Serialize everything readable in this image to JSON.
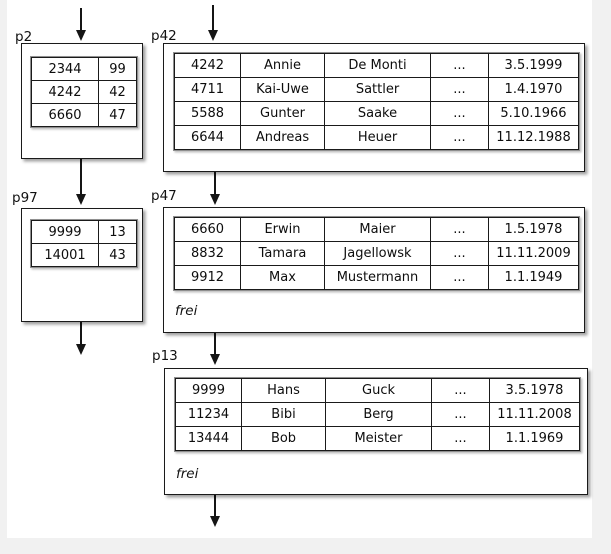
{
  "diagram": {
    "colors": {
      "background": "#f1f1f1",
      "canvas": "#ffffff",
      "line": "#151515",
      "table_frame": "#8f8f8f"
    },
    "nodes": {
      "p2": {
        "label": "p2",
        "rows": [
          [
            "2344",
            "99"
          ],
          [
            "4242",
            "42"
          ],
          [
            "6660",
            "47"
          ]
        ]
      },
      "p42": {
        "label": "p42",
        "rows": [
          [
            "4242",
            "Annie",
            "De Monti",
            "...",
            "3.5.1999"
          ],
          [
            "4711",
            "Kai-Uwe",
            "Sattler",
            "...",
            "1.4.1970"
          ],
          [
            "5588",
            "Gunter",
            "Saake",
            "...",
            "5.10.1966"
          ],
          [
            "6644",
            "Andreas",
            "Heuer",
            "...",
            "11.12.1988"
          ]
        ]
      },
      "p97": {
        "label": "p97",
        "rows": [
          [
            "9999",
            "13"
          ],
          [
            "14001",
            "43"
          ]
        ]
      },
      "p47": {
        "label": "p47",
        "free_label": "frei",
        "rows": [
          [
            "6660",
            "Erwin",
            "Maier",
            "...",
            "1.5.1978"
          ],
          [
            "8832",
            "Tamara",
            "Jagellowsk",
            "...",
            "11.11.2009"
          ],
          [
            "9912",
            "Max",
            "Mustermann",
            "...",
            "1.1.1949"
          ]
        ]
      },
      "p13": {
        "label": "p13",
        "free_label": "frei",
        "rows": [
          [
            "9999",
            "Hans",
            "Guck",
            "...",
            "3.5.1978"
          ],
          [
            "11234",
            "Bibi",
            "Berg",
            "...",
            "11.11.2008"
          ],
          [
            "13444",
            "Bob",
            "Meister",
            "...",
            "1.1.1969"
          ]
        ]
      }
    },
    "edges": [
      {
        "from": "external-top",
        "to": "p2"
      },
      {
        "from": "external-top",
        "to": "p42"
      },
      {
        "from": "p2",
        "to": "p97"
      },
      {
        "from": "p42",
        "to": "p47"
      },
      {
        "from": "p97",
        "to": "external-bottom"
      },
      {
        "from": "p47",
        "to": "p13"
      },
      {
        "from": "p13",
        "to": "external-bottom"
      }
    ]
  }
}
